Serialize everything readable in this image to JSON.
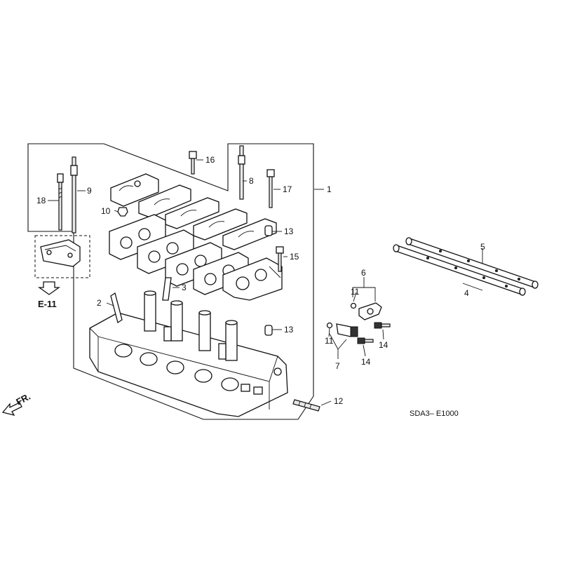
{
  "callouts": {
    "c1": "1",
    "c2": "2",
    "c3": "3",
    "c4": "4",
    "c5": "5",
    "c6": "6",
    "c7": "7",
    "c8": "8",
    "c9": "9",
    "c10": "10",
    "c11a": "11",
    "c11b": "11",
    "c12": "12",
    "c13a": "13",
    "c13b": "13",
    "c14a": "14",
    "c14b": "14",
    "c15": "15",
    "c16": "16",
    "c17": "17",
    "c18": "18"
  },
  "reference": {
    "section": "E-11"
  },
  "direction": {
    "label": "FR."
  },
  "diagram_code": "SDA3– E1000"
}
